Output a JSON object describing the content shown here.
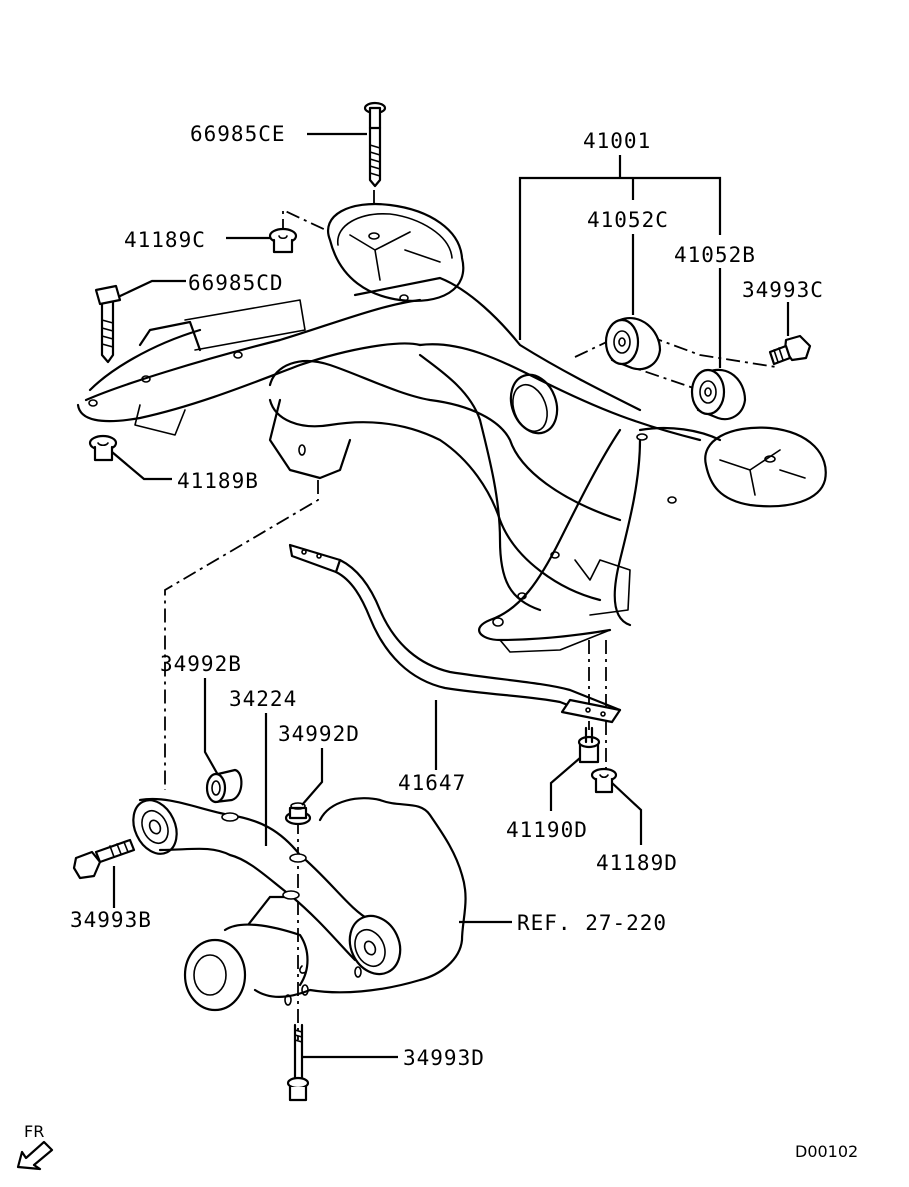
{
  "diagram": {
    "title": "Rear suspension crossmember / differential mount exploded view",
    "figure_code": "D00102",
    "orientation_marker": {
      "label": "FR",
      "icon": "front-direction-arrow-icon"
    },
    "parts": [
      {
        "id": "66985CE",
        "label": "66985CE",
        "description": "Crossmember mounting bolt (upper left)"
      },
      {
        "id": "41189C",
        "label": "41189C",
        "description": "Nut (upper left)"
      },
      {
        "id": "66985CD",
        "label": "66985CD",
        "description": "Crossmember mounting bolt (left)"
      },
      {
        "id": "41189B",
        "label": "41189B",
        "description": "Nut (left)"
      },
      {
        "id": "41001",
        "label": "41001",
        "description": "Rear suspension crossmember assembly"
      },
      {
        "id": "41052C",
        "label": "41052C",
        "description": "Crossmember bushing"
      },
      {
        "id": "41052B",
        "label": "41052B",
        "description": "Crossmember bushing"
      },
      {
        "id": "34993C",
        "label": "34993C",
        "description": "Bolt"
      },
      {
        "id": "34992B",
        "label": "34992B",
        "description": "Differential mount bushing"
      },
      {
        "id": "34224",
        "label": "34224",
        "description": "Differential mounting bracket"
      },
      {
        "id": "34992D",
        "label": "34992D",
        "description": "Nut"
      },
      {
        "id": "41647",
        "label": "41647",
        "description": "Crossmember stay"
      },
      {
        "id": "41190D",
        "label": "41190D",
        "description": "Bolt"
      },
      {
        "id": "41189D",
        "label": "41189D",
        "description": "Nut"
      },
      {
        "id": "34993B",
        "label": "34993B",
        "description": "Bolt"
      },
      {
        "id": "34993D",
        "label": "34993D",
        "description": "Bolt (bottom)"
      },
      {
        "id": "REF27-220",
        "label": "REF. 27-220",
        "description": "Reference: differential carrier"
      }
    ]
  }
}
